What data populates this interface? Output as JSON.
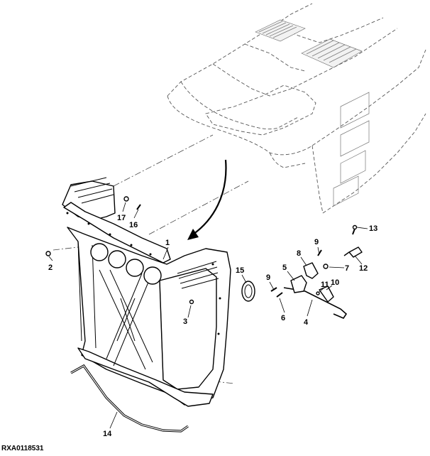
{
  "figure_id": "RXA0118531",
  "callouts": [
    {
      "id": "c1",
      "label": "1"
    },
    {
      "id": "c2",
      "label": "2"
    },
    {
      "id": "c3",
      "label": "3"
    },
    {
      "id": "c4",
      "label": "4"
    },
    {
      "id": "c5",
      "label": "5"
    },
    {
      "id": "c6",
      "label": "6"
    },
    {
      "id": "c7",
      "label": "7"
    },
    {
      "id": "c8",
      "label": "8"
    },
    {
      "id": "c9a",
      "label": "9"
    },
    {
      "id": "c9b",
      "label": "9"
    },
    {
      "id": "c10",
      "label": "10"
    },
    {
      "id": "c11",
      "label": "11"
    },
    {
      "id": "c12",
      "label": "12"
    },
    {
      "id": "c13",
      "label": "13"
    },
    {
      "id": "c14",
      "label": "14"
    },
    {
      "id": "c15",
      "label": "15"
    },
    {
      "id": "c16",
      "label": "16"
    },
    {
      "id": "c17",
      "label": "17"
    }
  ]
}
